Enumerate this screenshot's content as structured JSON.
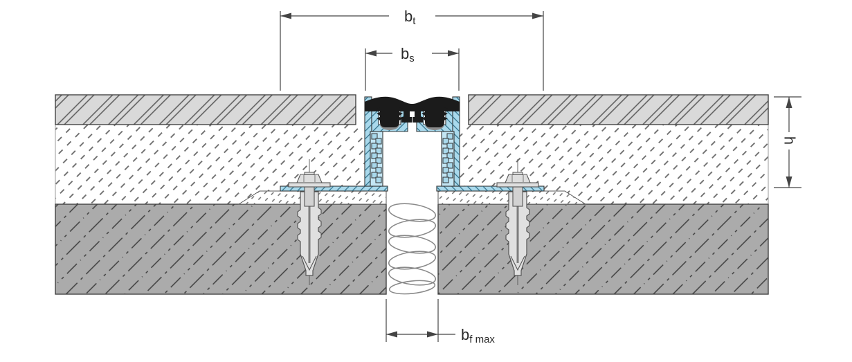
{
  "figure": {
    "type": "technical-cross-section",
    "subject": "floor expansion joint profile installation detail",
    "dimensions": {
      "bt": {
        "main": "b",
        "sub": "t"
      },
      "bs": {
        "main": "b",
        "sub": "s"
      },
      "h": {
        "main": "h"
      },
      "bf": {
        "main": "b",
        "sub": "f max"
      }
    },
    "colors": {
      "profile_blue": "#a9d9ec",
      "profile_blue_light": "#c3e6f4",
      "rubber_black": "#1b1b1b",
      "tile_gray": "#d9d9d9",
      "concrete_gray": "#ababab",
      "metal_gray": "#dedede",
      "line_dark": "#3f3f3f",
      "dim_line": "#444444",
      "filler_stroke": "#8a8a8a"
    }
  }
}
